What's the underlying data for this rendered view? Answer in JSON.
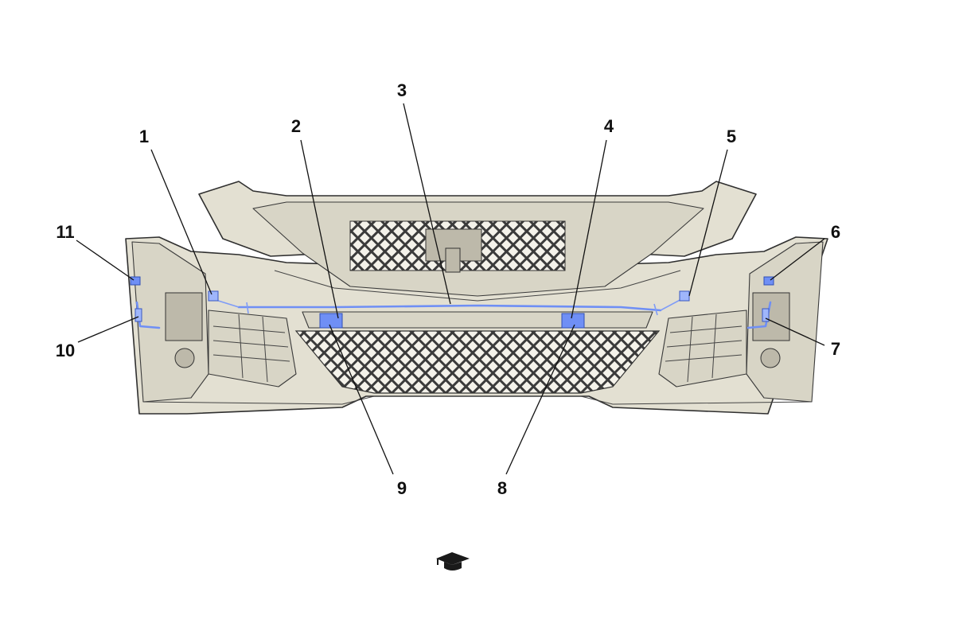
{
  "callouts": [
    {
      "id": "1",
      "label": "1"
    },
    {
      "id": "2",
      "label": "2"
    },
    {
      "id": "3",
      "label": "3"
    },
    {
      "id": "4",
      "label": "4"
    },
    {
      "id": "5",
      "label": "5"
    },
    {
      "id": "6",
      "label": "6"
    },
    {
      "id": "7",
      "label": "7"
    },
    {
      "id": "8",
      "label": "8"
    },
    {
      "id": "9",
      "label": "9"
    },
    {
      "id": "10",
      "label": "10"
    },
    {
      "id": "11",
      "label": "11"
    }
  ],
  "colors": {
    "harness": "#6f8ff5",
    "bumper_body": "#e3e0d2",
    "outline": "#2f2f2f"
  },
  "icons": {
    "bottom_symbol": "graduation-cap-icon"
  }
}
